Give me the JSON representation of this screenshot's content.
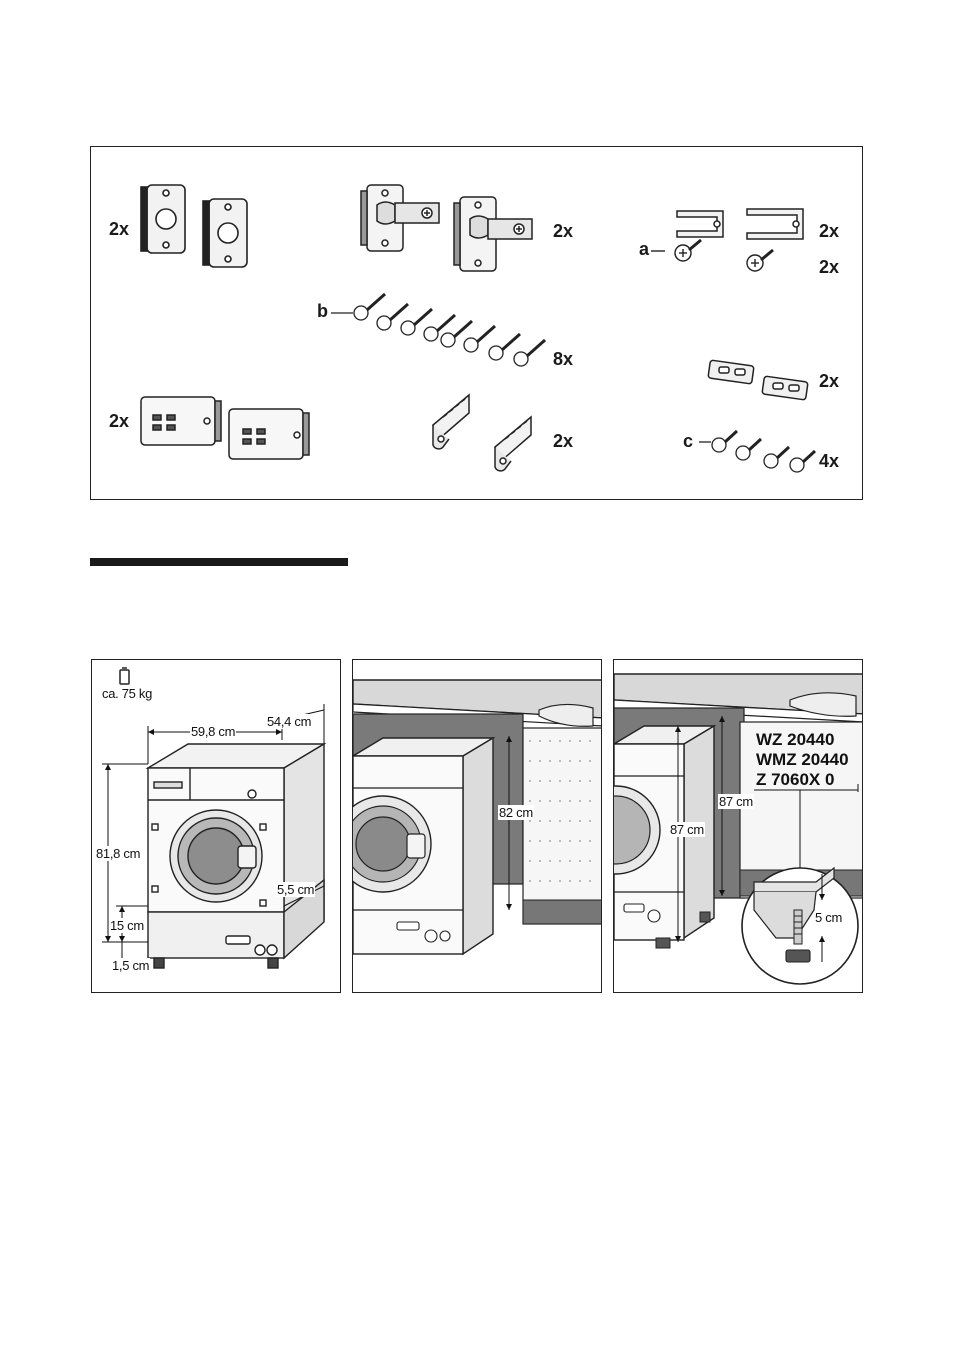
{
  "accessories": {
    "qty_left_plates": "2x",
    "qty_hinges": "2x",
    "qty_clips": "2x",
    "qty_screw_a": "2x",
    "qty_screws_b": "8x",
    "qty_shims": "2x",
    "qty_covers": "2x",
    "qty_brackets": "2x",
    "qty_screws_c": "4x",
    "label_a": "a",
    "label_b": "b",
    "label_c": "c"
  },
  "panel1": {
    "weight": "ca. 75 kg",
    "width": "59,8 cm",
    "depth": "54,4 cm",
    "height": "81,8 cm",
    "gap_back": "5,5 cm",
    "plinth": "15 cm",
    "feet": "1,5 cm"
  },
  "panel2": {
    "niche_height": "82 cm"
  },
  "panel3": {
    "niche_height": "87 cm",
    "appliance_height": "87 cm",
    "foot_extension": "5 cm",
    "models": [
      "WZ 20440",
      "WMZ 20440",
      "Z 7060X 0"
    ]
  },
  "colors": {
    "line": "#222222",
    "cabinet_grey": "#8a8a8a",
    "dark_grey": "#5a5a5a",
    "panel_light": "#eeeeee"
  }
}
